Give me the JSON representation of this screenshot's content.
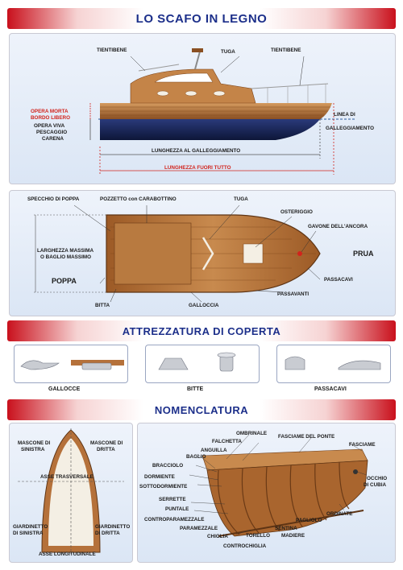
{
  "sections": {
    "hull": {
      "title": "LO SCAFO IN LEGNO"
    },
    "deck": {
      "title": "ATTREZZATURA DI COPERTA"
    },
    "nomen": {
      "title": "NOMENCLATURA"
    }
  },
  "hull_labels": {
    "tientibene_left": "TIENTIBENE",
    "tuga": "TUGA",
    "tientibene_right": "TIENTIBENE",
    "opera_morta": "OPERA MORTA",
    "bordo_libero": "BORDO LIBERO",
    "opera_viva": "OPERA VIVA",
    "pescaggio": "PESCAGGIO",
    "carena": "CARENA",
    "linea_di": "LINEA DI",
    "galleggiamento": "GALLEGGIAMENTO",
    "lunghezza_gall": "LUNGHEZZA AL GALLEGGIAMENTO",
    "lunghezza_tutto": "LUNGHEZZA  FUORI  TUTTO"
  },
  "plan_labels": {
    "specchio": "SPECCHIO DI POPPA",
    "pozzetto": "POZZETTO  con  CARABOTTINO",
    "tuga": "TUGA",
    "osteriggio": "OSTERIGGIO",
    "gavone": "GAVONE  DELL'ANCORA",
    "larghezza1": "LARGHEZZA MASSIMA",
    "larghezza2": "O BAGLIO MASSIMO",
    "prua": "PRUA",
    "poppa": "POPPA",
    "passacavi": "PASSACAVI",
    "passavanti": "PASSAVANTI",
    "bitta": "BITTA",
    "galloccia": "GALLOCCIA"
  },
  "deck_captions": {
    "gallocce": "GALLOCCE",
    "bitte": "BITTE",
    "passacavi": "PASSACAVI"
  },
  "nomen_left": {
    "mascone_sinistra_1": "MASCONE DI",
    "mascone_sinistra_2": "SINISTRA",
    "mascone_dritta_1": "MASCONE DI",
    "mascone_dritta_2": "DRITTA",
    "asse_trasversale": "ASSE  TRASVERSALE",
    "giardinetto_sinistra_1": "GIARDINETTO",
    "giardinetto_sinistra_2": "DI SINISTRA",
    "giardinetto_dritta_1": "GIARDINETTO",
    "giardinetto_dritta_2": "DI DRITTA",
    "asse_longitudinale": "ASSE LONGITUDINALE"
  },
  "nomen_right": {
    "ombrinale": "OMBRINALE",
    "falchetta": "FALCHETTA",
    "fasciame_ponte": "FASCIAME DEL PONTE",
    "anguilla": "ANGUILLA",
    "fasciame": "FASCIAME",
    "baglio": "BAGLIO",
    "bracciolo": "BRACCIOLO",
    "dormiente": "DORMIENTE",
    "sottodormiente": "SOTTODORMIENTE",
    "occhio_1": "OCCHIO",
    "occhio_2": "DI CUBIA",
    "serrette": "SERRETTE",
    "puntale": "PUNTALE",
    "ordinate": "ORDINATE",
    "controparamezzale": "CONTROPARAMEZZALE",
    "pagliolo": "PAGLIOLO",
    "paramezzale": "PARAMEZZALE",
    "sentina": "SENTINA",
    "chiglia": "CHIGLIA",
    "torello": "TORELLO",
    "madiere": "MADIERE",
    "controchiglia": "CONTROCHIGLIA"
  },
  "colors": {
    "header_red": "#c9101c",
    "title_blue": "#1c2f8a",
    "label_red": "#d2231c",
    "wood": "#b5713a",
    "hull_blue": "#15204f"
  }
}
